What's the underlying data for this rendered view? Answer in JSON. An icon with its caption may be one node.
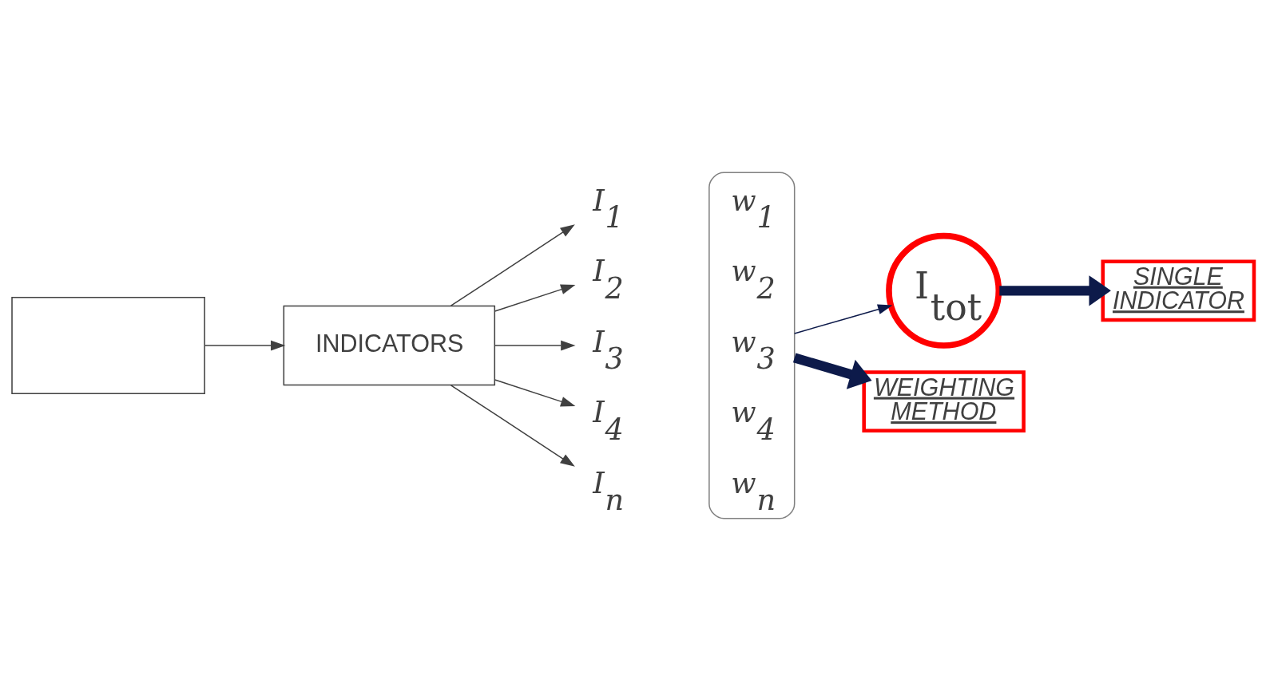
{
  "diagram": {
    "nodes": [
      {
        "text": [],
        "shape": "box"
      },
      {
        "text": [
          "INDICATORS"
        ]
      },
      {
        "text": [
          "I$_{1}$"
        ]
      },
      {
        "text": [
          "I$_{2}$"
        ]
      },
      {
        "text": [
          "I$_{3}$"
        ]
      },
      {
        "text": [
          "I$_{4}$"
        ]
      },
      {
        "text": [
          "I$_{n}$"
        ]
      },
      {
        "text": [],
        "shape": "brace"
      },
      {
        "text": [
          "w$_{1}$"
        ],
        "in": 7
      },
      {
        "text": [
          "w$_{2}$"
        ],
        "in": 7
      },
      {
        "text": [
          "w$_{3}$"
        ],
        "in": 7
      },
      {
        "text": [
          "w$_{4}$"
        ],
        "in": 7
      },
      {
        "text": [
          "w$_{n}$"
        ],
        "in": 7
      },
      {
        "text": [
          "SINGLE INDICATOR"
        ]
      },
      {
        "text": [
          "I$_{tot}$"
        ]
      },
      {
        "text": [
          "WEIGHTING METHOD"
        ]
      }
    ],
    "edges": [
      {
        "from": 0,
        "to": 1,
        "arrow": "to"
      },
      {
        "from": 1,
        "to": 2,
        "arrow": "to"
      },
      {
        "from": 1,
        "to": 3,
        "arrow": "to"
      },
      {
        "from": 1,
        "to": 4,
        "arrow": "to"
      },
      {
        "from": 1,
        "to": 5,
        "arrow": "to"
      },
      {
        "from": 1,
        "to": 6,
        "arrow": "to"
      },
      {
        "from": 7,
        "to": 14,
        "arrow": "to",
        "color": "#0d1a4a"
      },
      {
        "from": 14,
        "to": 13,
        "arrow": "to",
        "style": "thick",
        "color": "#0d1a4a"
      },
      {
        "from": 7,
        "to": 15,
        "arrow": "to",
        "style": "thick",
        "color": "#0d1a4a"
      }
    ]
  }
}
